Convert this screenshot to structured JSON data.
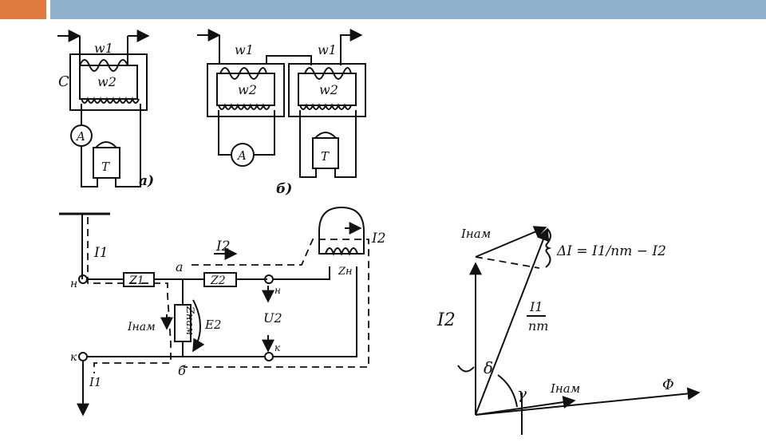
{
  "colors": {
    "accent": "#E07A3E",
    "band": "#8FB0CC",
    "ink": "#111111"
  },
  "fig_a": {
    "core_label": "C",
    "w1": "w1",
    "w2": "w2",
    "ammeter": "A",
    "relay": "T",
    "caption": "a)"
  },
  "fig_b": {
    "w1_left": "w1",
    "w2_left": "w2",
    "w1_right": "w1",
    "w2_right": "w2",
    "ammeter": "A",
    "relay": "T",
    "caption": "б)"
  },
  "circuit": {
    "i1_top": "I1",
    "i2": "I2",
    "i2_right": "I2",
    "z1": "Z1",
    "z2": "Z2",
    "zh": "Zн",
    "node_a": "a",
    "node_b": "б",
    "i_mag": "Iнам",
    "z_mag": "Zнам",
    "e2": "E2",
    "u2": "U2",
    "n_left": "н",
    "k_left": "к",
    "n_right": "н",
    "k_right": "к",
    "i1_bottom": "I1"
  },
  "phasor": {
    "i_mag_top": "Iнам",
    "i2": "I2",
    "ratio_num": "I1",
    "ratio_den": "nт",
    "delta_eq": "ΔI = I1/nт − I2",
    "delta": "δ",
    "gamma": "γ",
    "i_mag_bottom": "Iнам",
    "phi": "Φ"
  }
}
